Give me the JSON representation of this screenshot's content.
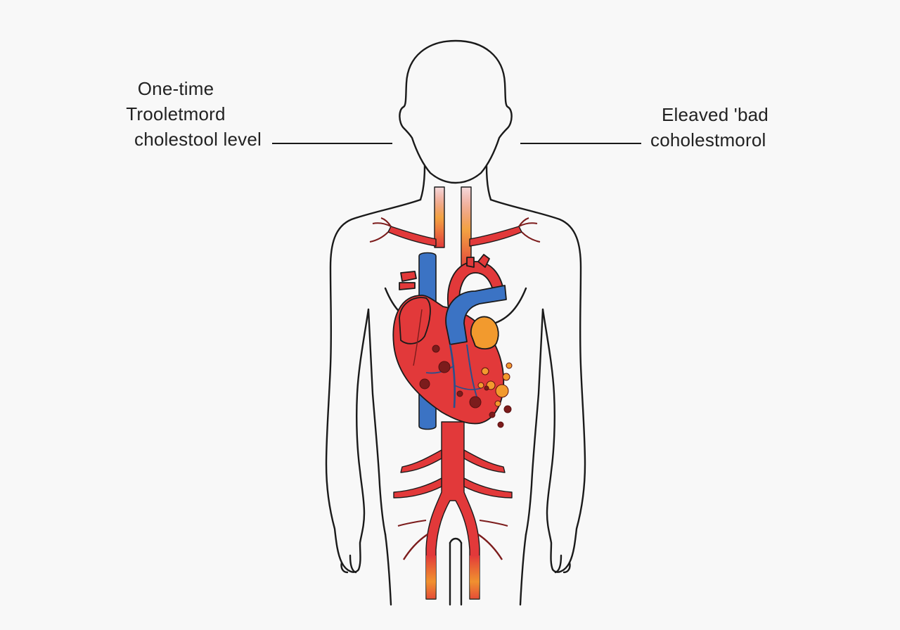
{
  "labels": {
    "left": [
      "One-time",
      "Trooletmord",
      "cholestool level"
    ],
    "right": [
      "Eleaved 'bad",
      "coholestmorol"
    ]
  },
  "colors": {
    "artery": "#e2393a",
    "vein": "#3b73c4",
    "plaque_dark": "#7c1c1c",
    "plaque_orange": "#f29a2e",
    "outline": "#1a1a1a",
    "background": "#f8f8f8"
  },
  "icons": [
    "human-body-outline",
    "heart",
    "aorta",
    "vena-cava",
    "plaque-particles"
  ]
}
